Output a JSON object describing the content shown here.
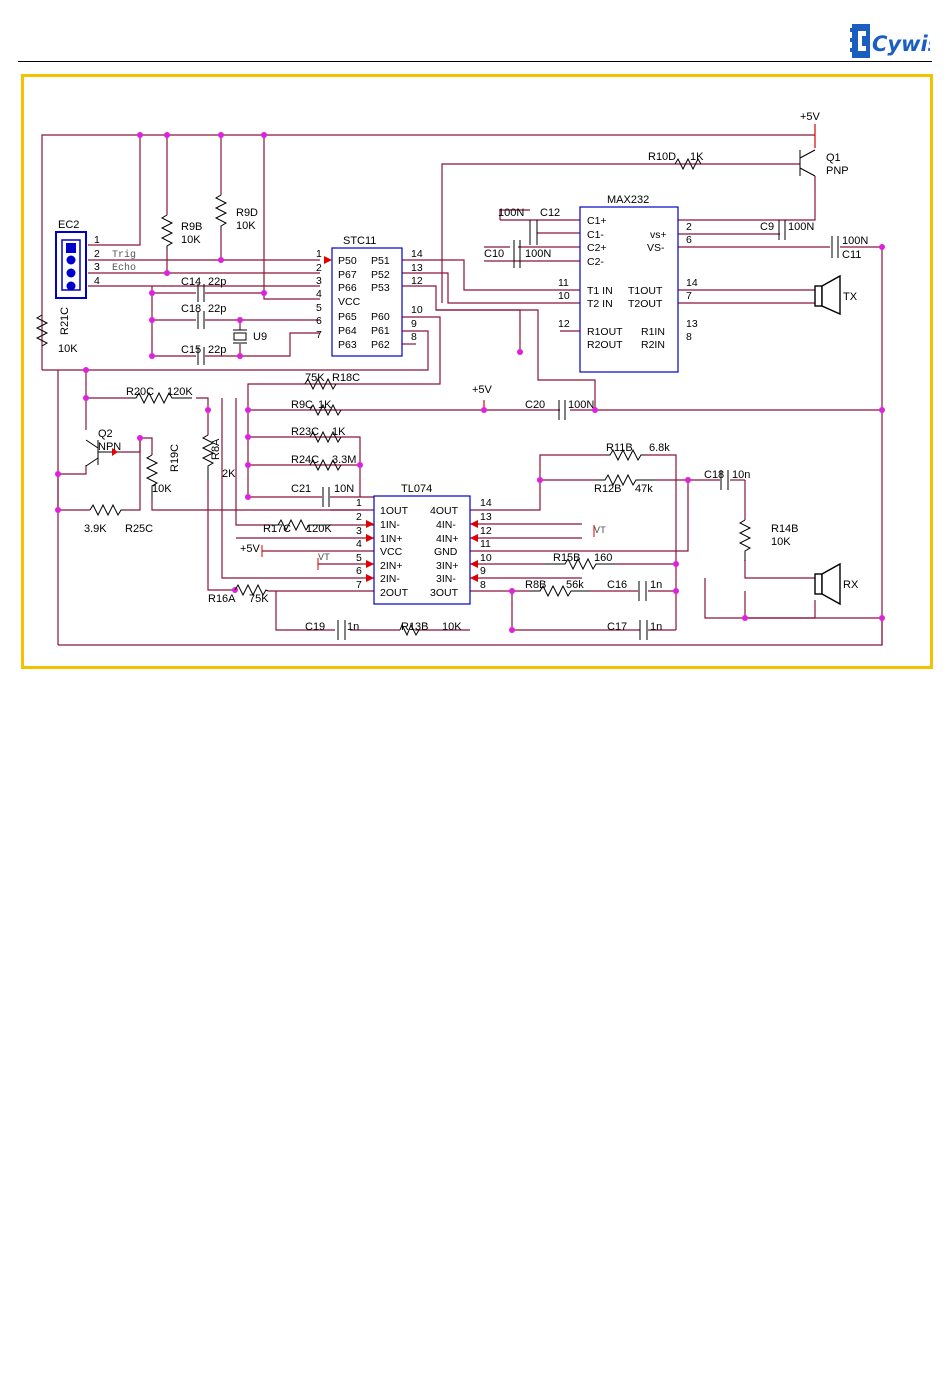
{
  "header": {
    "logo_text": "Cywish",
    "logo_color": "#1a5fc0"
  },
  "colors": {
    "wire": "#8a1538",
    "junction": "#e020e0",
    "chip_outline": "#0000cc",
    "frame": "#f5c200"
  },
  "labels": {
    "vcc_top": "+5V",
    "q1": "Q1",
    "q1_type": "PNP",
    "r10d": "R10D",
    "r10d_val": "1K",
    "max232": "MAX232",
    "c12_val": "100N",
    "c12": "C12",
    "c10": "C10",
    "c10_val": "100N",
    "c9": "C9",
    "c9_val": "100N",
    "c11_val": "100N",
    "c11": "C11",
    "ec2": "EC2",
    "r9b": "R9B",
    "r9b_val": "10K",
    "r9d": "R9D",
    "r9d_val": "10K",
    "stc11": "STC11",
    "trig": "Trig",
    "echo": "Echo",
    "c14": "C14",
    "c14_val": "22p",
    "c18a": "C18",
    "c18a_val": "22p",
    "c15": "C15",
    "c15_val": "22p",
    "u9": "U9",
    "r21c": "R21C",
    "r21c_val": "10K",
    "tx": "TX",
    "rx": "RX",
    "r18c_val": "75K",
    "r18c": "R18C",
    "vcc_mid": "+5V",
    "r20c": "R20C",
    "r20c_val": "120K",
    "r9c": "R9C",
    "r9c_val": "1K",
    "c20": "C20",
    "c20_val": "100N",
    "q2": "Q2",
    "q2_type": "NPN",
    "r19c": "R19C",
    "r19c_val": "10K",
    "r8a": "R8A",
    "r8a_val": "2K",
    "r23c": "R23C",
    "r23c_val": "1K",
    "r24c": "R24C",
    "r24c_val": "3.3M",
    "c21": "C21",
    "c21_val": "10N",
    "tl074": "TL074",
    "r11b": "R11B",
    "r11b_val": "6.8k",
    "r12b": "R12B",
    "r12b_val": "47k",
    "c18b": "C18",
    "c18b_val": "10n",
    "r14b": "R14B",
    "r14b_val": "10K",
    "r25c_val": "3.9K",
    "r25c": "R25C",
    "r17c": "R17C",
    "r17c_val": "120K",
    "vcc_tl": "+5V",
    "vt1": "VT",
    "vt2": "VT",
    "r15b": "R15B",
    "r15b_val": "160",
    "r8b": "R8B",
    "r8b_val": "56k",
    "c16": "C16",
    "c16_val": "1n",
    "r16a": "R16A",
    "r16a_val": "75K",
    "c19": "C19",
    "c19_val": "1n",
    "r13b": "R13B",
    "r13b_val": "10K",
    "c17": "C17",
    "c17_val": "1n"
  },
  "ec2_pins": [
    "1",
    "2",
    "3",
    "4"
  ],
  "stc": {
    "left_nums": [
      "1",
      "2",
      "3",
      "4",
      "5",
      "6",
      "7"
    ],
    "left_names": [
      "P50",
      "P67",
      "P66",
      "VCC",
      "P65",
      "P64",
      "P63"
    ],
    "right_names": [
      "P51",
      "P52",
      "P53",
      "P60",
      "P61",
      "P62"
    ],
    "right_nums": [
      "14",
      "13",
      "12",
      "10",
      "9",
      "8"
    ]
  },
  "max232": {
    "left_names": [
      "C1+",
      "C1-",
      "C2+",
      "C2-",
      "T1 IN",
      "T2 IN",
      "R1OUT",
      "R2OUT"
    ],
    "left_nums": [
      "11",
      "10",
      "12"
    ],
    "right_names": [
      "vs+",
      "VS-",
      "T1OUT",
      "T2OUT",
      "R1IN",
      "R2IN"
    ],
    "right_nums": [
      "2",
      "6",
      "14",
      "7",
      "13",
      "8"
    ]
  },
  "tl074": {
    "left_nums": [
      "1",
      "2",
      "3",
      "4",
      "5",
      "6",
      "7"
    ],
    "left_names": [
      "1OUT",
      "1IN-",
      "1IN+",
      "VCC",
      "2IN+",
      "2IN-",
      "2OUT"
    ],
    "right_names": [
      "4OUT",
      "4IN-",
      "4IN+",
      "GND",
      "3IN+",
      "3IN-",
      "3OUT"
    ],
    "right_nums": [
      "14",
      "13",
      "12",
      "11",
      "10",
      "9",
      "8"
    ]
  }
}
